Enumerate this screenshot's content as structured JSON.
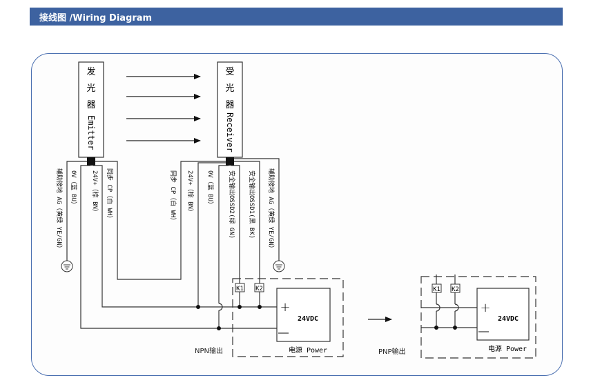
{
  "header": {
    "title": "接线图 /Wiring Diagram"
  },
  "colors": {
    "header_bg": "#3d62a0",
    "panel_border": "#4a6fb0",
    "wire": "#333333"
  },
  "emitter": {
    "label_cn": [
      "发",
      "光",
      "器"
    ],
    "label_en": "Emitter",
    "wires": {
      "ag": "辅助接地 AG（黄绿 YE/GN）",
      "zero_v": "0V（蓝 BU）",
      "plus24": "24V+（棕 BN）",
      "sync": "同步 CP（白 WH）"
    }
  },
  "receiver": {
    "label_cn": [
      "受",
      "光",
      "器"
    ],
    "label_en": "Receiver",
    "wires": {
      "sync": "同步 CP（白 WH）",
      "plus24": "24V+（棕 BN）",
      "zero_v": "0V（蓝 BU）",
      "ossd2": "安全输出OSSD2(绿 GN)",
      "ossd1": "安全输出OSSD1(黑 BK)",
      "ag": "辅助接地 AG（黄绿 YE/GN）"
    }
  },
  "npn": {
    "label": "NPN输出",
    "relays": [
      "K1",
      "K2"
    ],
    "supply_voltage": "24VDC",
    "supply_label": "电源 Power",
    "plus_symbol": "+",
    "minus_symbol": "—"
  },
  "pnp": {
    "label": "PNP输出",
    "relays": [
      "K1",
      "K2"
    ],
    "supply_voltage": "24VDC",
    "supply_label": "电源 Power",
    "plus_symbol": "+",
    "minus_symbol": "—"
  },
  "beam_arrows": 4
}
